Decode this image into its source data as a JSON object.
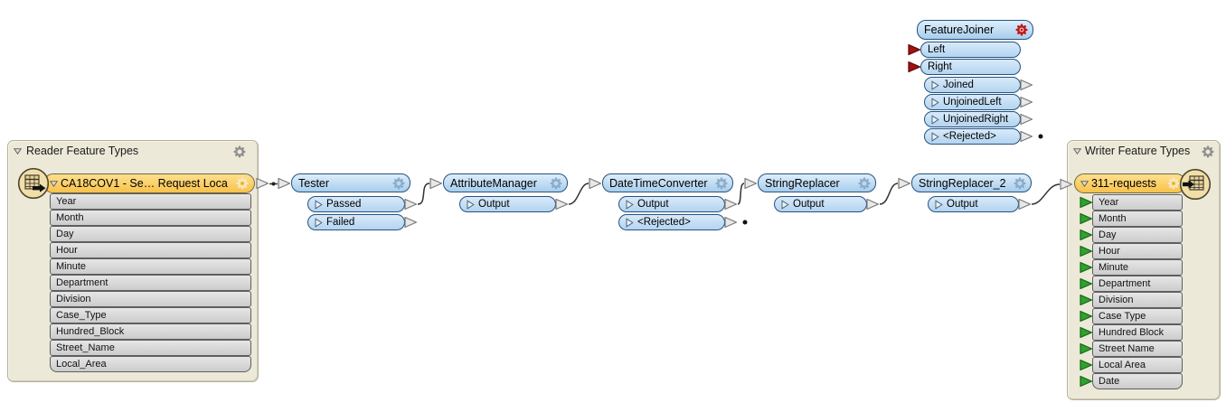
{
  "reader_container": {
    "title": "Reader Feature Types",
    "node": {
      "title": "CA18COV1 - Se… Request Loca",
      "attributes": [
        "Year",
        "Month",
        "Day",
        "Hour",
        "Minute",
        "Department",
        "Division",
        "Case_Type",
        "Hundred_Block",
        "Street_Name",
        "Local_Area"
      ]
    }
  },
  "writer_container": {
    "title": "Writer Feature Types",
    "node": {
      "title": "311-requests",
      "attributes": [
        "Year",
        "Month",
        "Day",
        "Hour",
        "Minute",
        "Department",
        "Division",
        "Case Type",
        "Hundred Block",
        "Street Name",
        "Local Area",
        "Date"
      ]
    }
  },
  "transformers": {
    "tester": {
      "title": "Tester",
      "ports": [
        "Passed",
        "Failed"
      ]
    },
    "attribute_manager": {
      "title": "AttributeManager",
      "ports": [
        "Output"
      ]
    },
    "datetime_converter": {
      "title": "DateTimeConverter",
      "ports": [
        "Output",
        "<Rejected>"
      ]
    },
    "string_replacer": {
      "title": "StringReplacer",
      "ports": [
        "Output"
      ]
    },
    "string_replacer_2": {
      "title": "StringReplacer_2",
      "ports": [
        "Output"
      ]
    },
    "feature_joiner": {
      "title": "FeatureJoiner",
      "input_ports": [
        "Left",
        "Right"
      ],
      "output_ports": [
        "Joined",
        "UnjoinedLeft",
        "UnjoinedRight",
        "<Rejected>"
      ]
    }
  },
  "colors": {
    "canvas_bg": "#ffffff",
    "container_bg": "#ece9d8",
    "transformer_header": "#b8d4ef",
    "transformer_border": "#26537f",
    "port_fill": "#c6ddf5",
    "reader_writer_node": "#fbcd63",
    "attribute_row": "#d8d8d8",
    "connection_line": "#333333",
    "unconnected_input_arrow": "#a31111",
    "writer_attr_arrow": "#2fa12f",
    "featurejoiner_gear": "#c01616",
    "node_gear_accent": "#f0a500"
  }
}
